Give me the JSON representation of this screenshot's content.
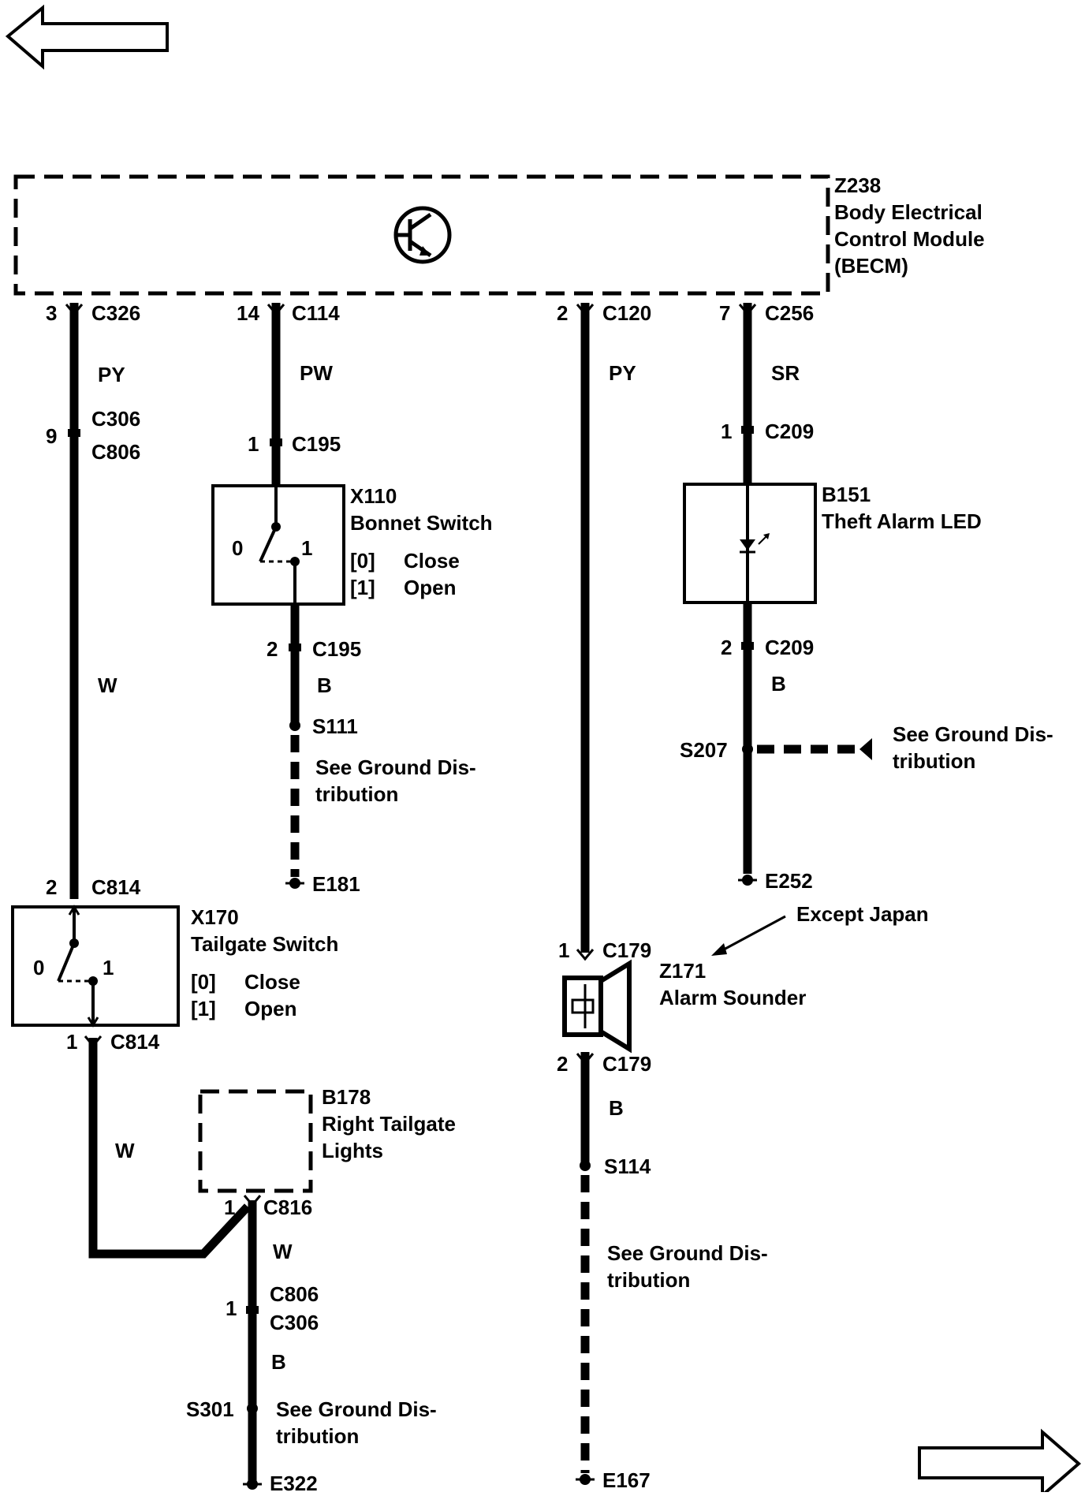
{
  "navigation": {
    "back_arrow": "left-arrow",
    "forward_arrow": "right-arrow"
  },
  "becm": {
    "id": "Z238",
    "line1": "Body Electrical",
    "line2": "Control Module",
    "line3": "(BECM)",
    "icon": "transistor-symbol"
  },
  "wire_a": {
    "pin_top": "3",
    "conn_top": "C326",
    "color1": "PY",
    "inline_pin": "9",
    "inline_conn1": "C306",
    "inline_conn2": "C806",
    "color2": "W",
    "pin_sw_top": "2",
    "conn_sw_top": "C814"
  },
  "tailgate_switch": {
    "id": "X170",
    "name": "Tailgate Switch",
    "pos0": "0",
    "pos1": "1",
    "state0_code": "[0]",
    "state0": "Close",
    "state1_code": "[1]",
    "state1": "Open"
  },
  "wire_a2": {
    "pin_bot": "1",
    "conn_bot": "C814",
    "color": "W"
  },
  "tailgate_lights": {
    "id": "B178",
    "line1": "Right Tailgate",
    "line2": "Lights",
    "pin": "1",
    "conn": "C816",
    "color": "W",
    "inline_pin": "1",
    "inline_conn1": "C806",
    "inline_conn2": "C306",
    "color2": "B",
    "splice": "S301",
    "ground_text1": "See Ground Dis-",
    "ground_text2": "tribution",
    "ground": "E322"
  },
  "wire_b": {
    "pin_top": "14",
    "conn_top": "C114",
    "color1": "PW",
    "inline_pin": "1",
    "inline_conn": "C195"
  },
  "bonnet_switch": {
    "id": "X110",
    "name": "Bonnet Switch",
    "pos0": "0",
    "pos1": "1",
    "state0_code": "[0]",
    "state0": "Close",
    "state1_code": "[1]",
    "state1": "Open"
  },
  "wire_b2": {
    "pin": "2",
    "conn": "C195",
    "color": "B",
    "splice": "S111",
    "ground_text1": "See Ground Dis-",
    "ground_text2": "tribution",
    "ground": "E181"
  },
  "wire_c": {
    "pin_top": "2",
    "conn_top": "C120",
    "color1": "PY",
    "pin_in": "1",
    "conn_in": "C179"
  },
  "alarm_sounder": {
    "id": "Z171",
    "name": "Alarm Sounder",
    "note": "Except Japan"
  },
  "wire_c2": {
    "pin_out": "2",
    "conn_out": "C179",
    "color": "B",
    "splice": "S114",
    "ground_text1": "See Ground Dis-",
    "ground_text2": "tribution",
    "ground": "E167"
  },
  "wire_d": {
    "pin_top": "7",
    "conn_top": "C256",
    "color1": "SR",
    "inline_pin": "1",
    "inline_conn": "C209"
  },
  "theft_led": {
    "id": "B151",
    "name": "Theft Alarm LED"
  },
  "wire_d2": {
    "pin": "2",
    "conn": "C209",
    "color": "B",
    "splice": "S207",
    "ground_text1": "See Ground Dis-",
    "ground_text2": "tribution",
    "ground": "E252"
  }
}
